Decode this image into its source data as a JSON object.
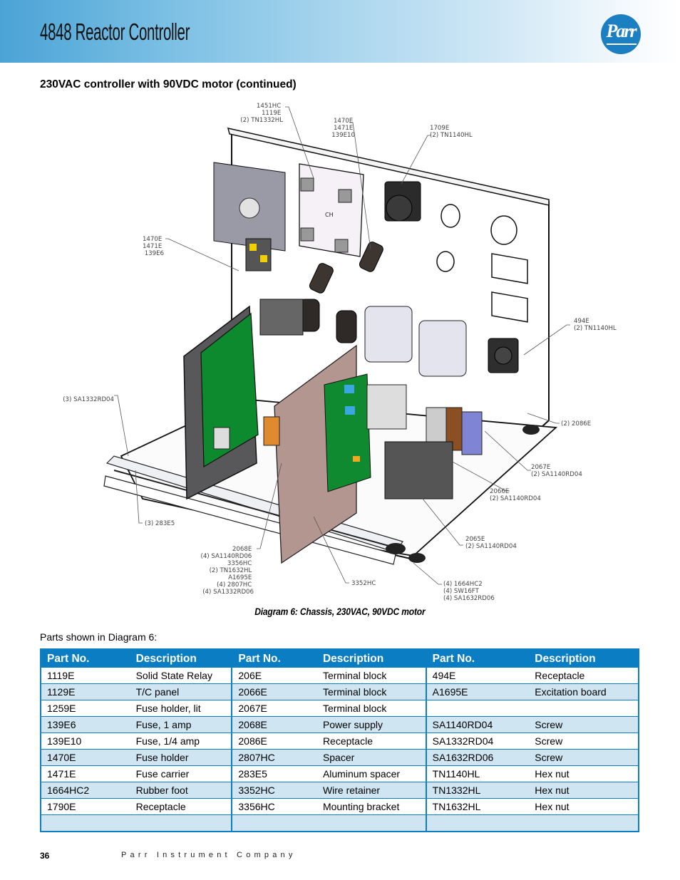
{
  "header": {
    "title": "4848 Reactor Controller",
    "logo_text": "Parr",
    "brand_color": "#1c7fc2"
  },
  "section_heading": "230VAC controller with 90VDC motor (continued)",
  "diagram": {
    "caption": "Diagram 6: Chassis, 230VAC, 90VDC motor",
    "relay_label": "CH",
    "callouts": [
      {
        "id": "top-relay",
        "lines": [
          "1451HC",
          "1119E",
          "(2) TN1332HL"
        ]
      },
      {
        "id": "top-fuse",
        "lines": [
          "1470E",
          "1471E",
          "139E10"
        ]
      },
      {
        "id": "top-connector",
        "lines": [
          "1709E",
          "(2) TN1140HL"
        ]
      },
      {
        "id": "left-fuse",
        "lines": [
          "1470E",
          "1471E",
          "139E6"
        ]
      },
      {
        "id": "right-receptacle",
        "lines": [
          "494E",
          "(2) TN1140HL"
        ]
      },
      {
        "id": "left-screws",
        "lines": [
          "(3) SA1332RD04"
        ]
      },
      {
        "id": "right-receptacles",
        "lines": [
          "(2) 2086E"
        ]
      },
      {
        "id": "terminal-2067",
        "lines": [
          "2067E",
          "(2) SA1140RD04"
        ]
      },
      {
        "id": "terminal-2066",
        "lines": [
          "2066E",
          "(2) SA1140RD04"
        ]
      },
      {
        "id": "spacers",
        "lines": [
          "(3) 283E5"
        ]
      },
      {
        "id": "terminal-2065",
        "lines": [
          "2065E",
          "(2) SA1140RD04"
        ]
      },
      {
        "id": "power-supply",
        "lines": [
          "2068E",
          "(4) SA1140RD06",
          "3356HC",
          "(2) TN1632HL",
          "A1695E",
          "(4) 2807HC",
          "(4) SA1332RD06"
        ]
      },
      {
        "id": "wire-retainer",
        "lines": [
          "3352HC"
        ]
      },
      {
        "id": "feet",
        "lines": [
          "(4) 1664HC2",
          "(4) SW16FT",
          "(4) SA1632RD06"
        ]
      }
    ]
  },
  "parts": {
    "label": "Parts shown in Diagram 6:",
    "headers": [
      "Part No.",
      "Description",
      "Part No.",
      "Description",
      "Part No.",
      "Description"
    ],
    "rows": [
      [
        "1119E",
        "Solid State Relay",
        "206E",
        "Terminal block",
        "494E",
        "Receptacle"
      ],
      [
        "1129E",
        "T/C panel",
        "2066E",
        "Terminal block",
        "A1695E",
        "Excitation board"
      ],
      [
        "1259E",
        "Fuse holder, lit",
        "2067E",
        "Terminal block",
        "",
        ""
      ],
      [
        "139E6",
        "Fuse, 1 amp",
        "2068E",
        "Power supply",
        "SA1140RD04",
        "Screw"
      ],
      [
        "139E10",
        "Fuse, 1/4 amp",
        "2086E",
        "Receptacle",
        "SA1332RD04",
        "Screw"
      ],
      [
        "1470E",
        "Fuse holder",
        "2807HC",
        "Spacer",
        "SA1632RD06",
        "Screw"
      ],
      [
        "1471E",
        "Fuse carrier",
        "283E5",
        "Aluminum spacer",
        "TN1140HL",
        "Hex nut"
      ],
      [
        "1664HC2",
        "Rubber foot",
        "3352HC",
        "Wire retainer",
        "TN1332HL",
        "Hex nut"
      ],
      [
        "1790E",
        "Receptacle",
        "3356HC",
        "Mounting bracket",
        "TN1632HL",
        "Hex nut"
      ],
      [
        "",
        "",
        "",
        "",
        "",
        ""
      ]
    ]
  },
  "footer": {
    "page_number": "36",
    "company": "Parr Instrument Company"
  }
}
